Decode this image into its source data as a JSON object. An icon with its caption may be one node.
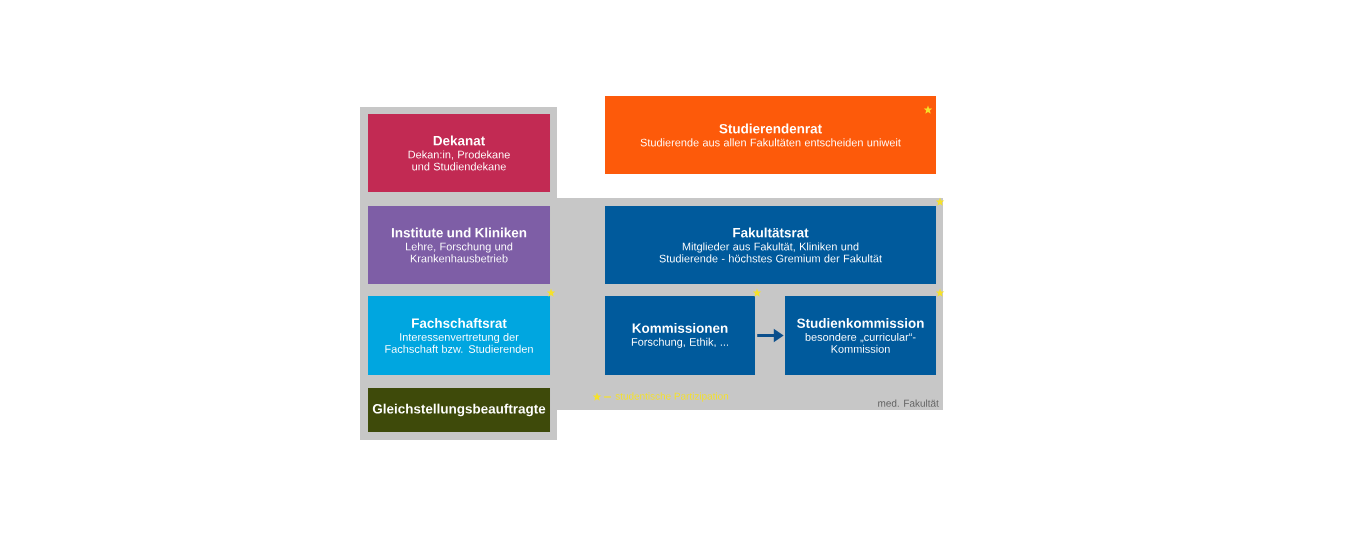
{
  "diagram": {
    "nodes": [
      {
        "text": [
          "med. Fakultät"
        ]
      },
      {
        "text": [
          "Dekanat",
          "Dekan:in, Prodekane und Studiendekane"
        ],
        "in": 0
      },
      {
        "text": [
          "Studierendenrat",
          "Studierende aus allen Fakultäten entscheiden uniweit"
        ]
      },
      {
        "text": [
          "Institute und Kliniken",
          "Lehre, Forschung und Krankenhausbetrieb"
        ],
        "in": 0
      },
      {
        "text": [
          "Fakultätsrat",
          "Mitglieder aus Fakultät, Kliniken und Studierende - höchstes Gremium der Fakultät"
        ],
        "in": 0
      },
      {
        "text": [
          "Fachschaftsrat",
          "Interessenvertretung der Fachschaft bzw. Studierenden"
        ],
        "in": 0
      },
      {
        "text": [
          "Kommissionen",
          "Forschung, Ethik, ..."
        ],
        "in": 0
      },
      {
        "text": [
          "Studienkommission",
          "besondere „curricular“- Kommission"
        ],
        "in": 0
      },
      {
        "text": [
          "Gleichstellungsbeauftragte"
        ],
        "in": 0
      }
    ],
    "edges": [
      {
        "from": 6,
        "to": 7,
        "arrow": "to"
      }
    ],
    "legend": [
      {
        "text": "studentische Partizipation"
      }
    ]
  }
}
